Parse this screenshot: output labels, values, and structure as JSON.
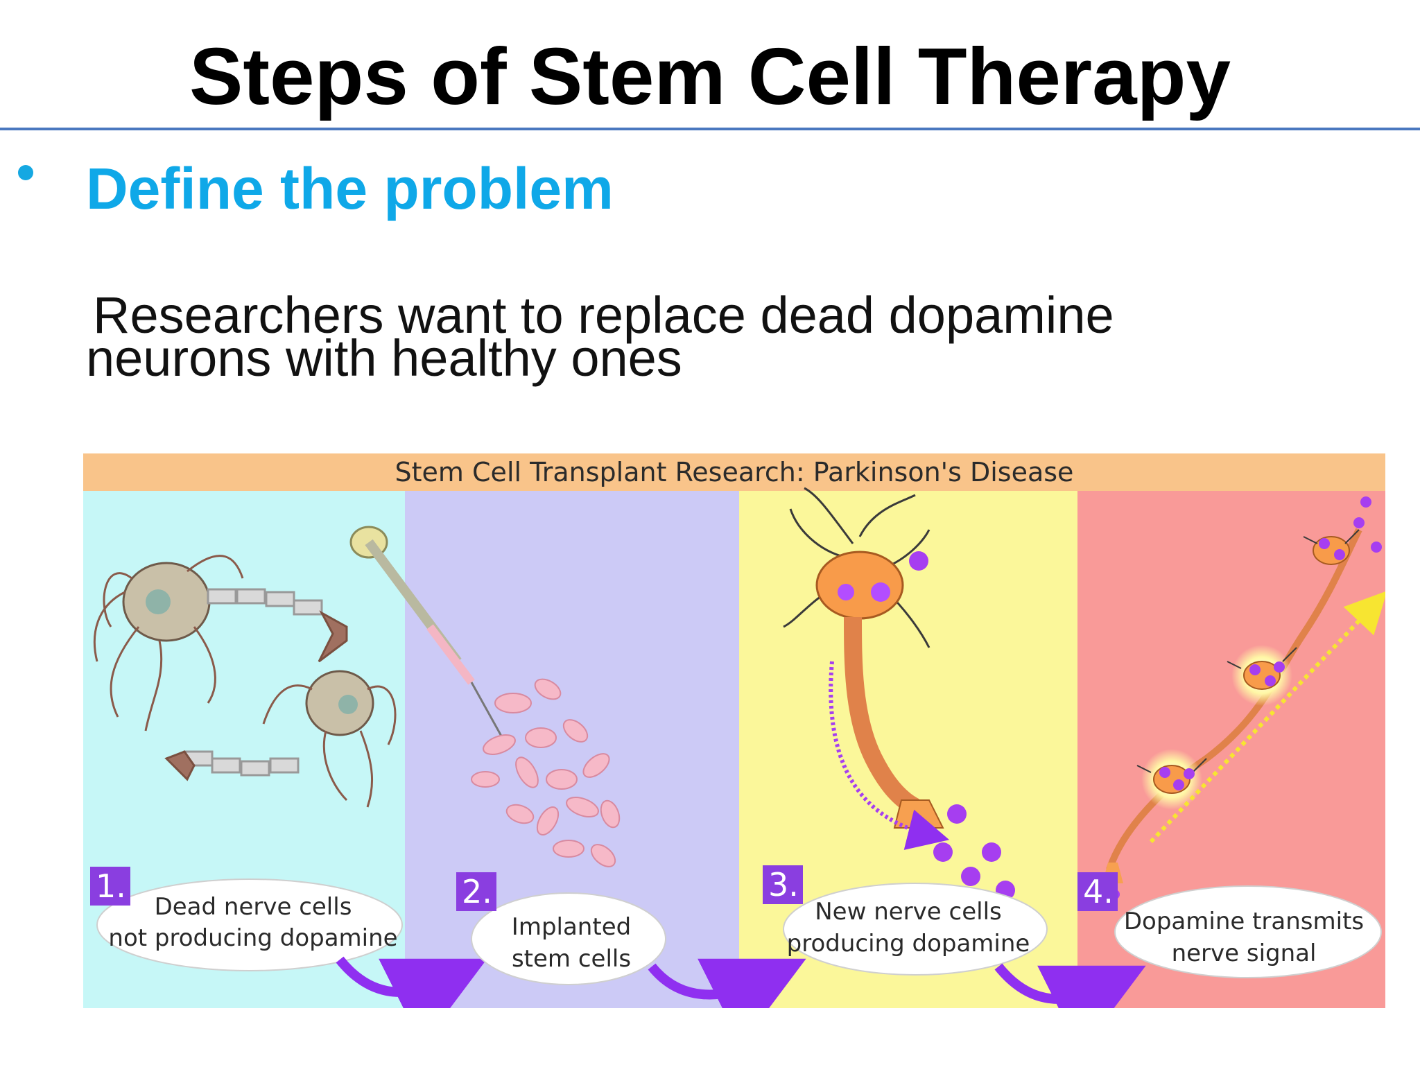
{
  "slide": {
    "title": "Steps of Stem Cell Therapy",
    "bullet": "Define the problem",
    "body_line1": "Researchers want to replace dead dopamine",
    "body_line2": "neurons with healthy ones"
  },
  "figure": {
    "title": "Stem Cell Transplant Research: Parkinson's Disease",
    "panels": [
      {
        "number": "1.",
        "line1": "Dead nerve cells",
        "line2": "not producing dopamine",
        "bg": "#c6f7f7"
      },
      {
        "number": "2.",
        "line1": "Implanted",
        "line2": "stem cells",
        "bg": "#cccaf6"
      },
      {
        "number": "3.",
        "line1": "New nerve cells",
        "line2": "producing dopamine",
        "bg": "#fbf79a"
      },
      {
        "number": "4.",
        "line1": "Dopamine transmits",
        "line2": "nerve signal",
        "bg": "#f99a98"
      }
    ]
  },
  "colors": {
    "title_rule": "#4a78bf",
    "bullet_blue": "#0fa8e8",
    "figure_header": "#f9c48a",
    "dopamine_purple": "#9b38f0",
    "number_box": "#8a3ee0"
  }
}
